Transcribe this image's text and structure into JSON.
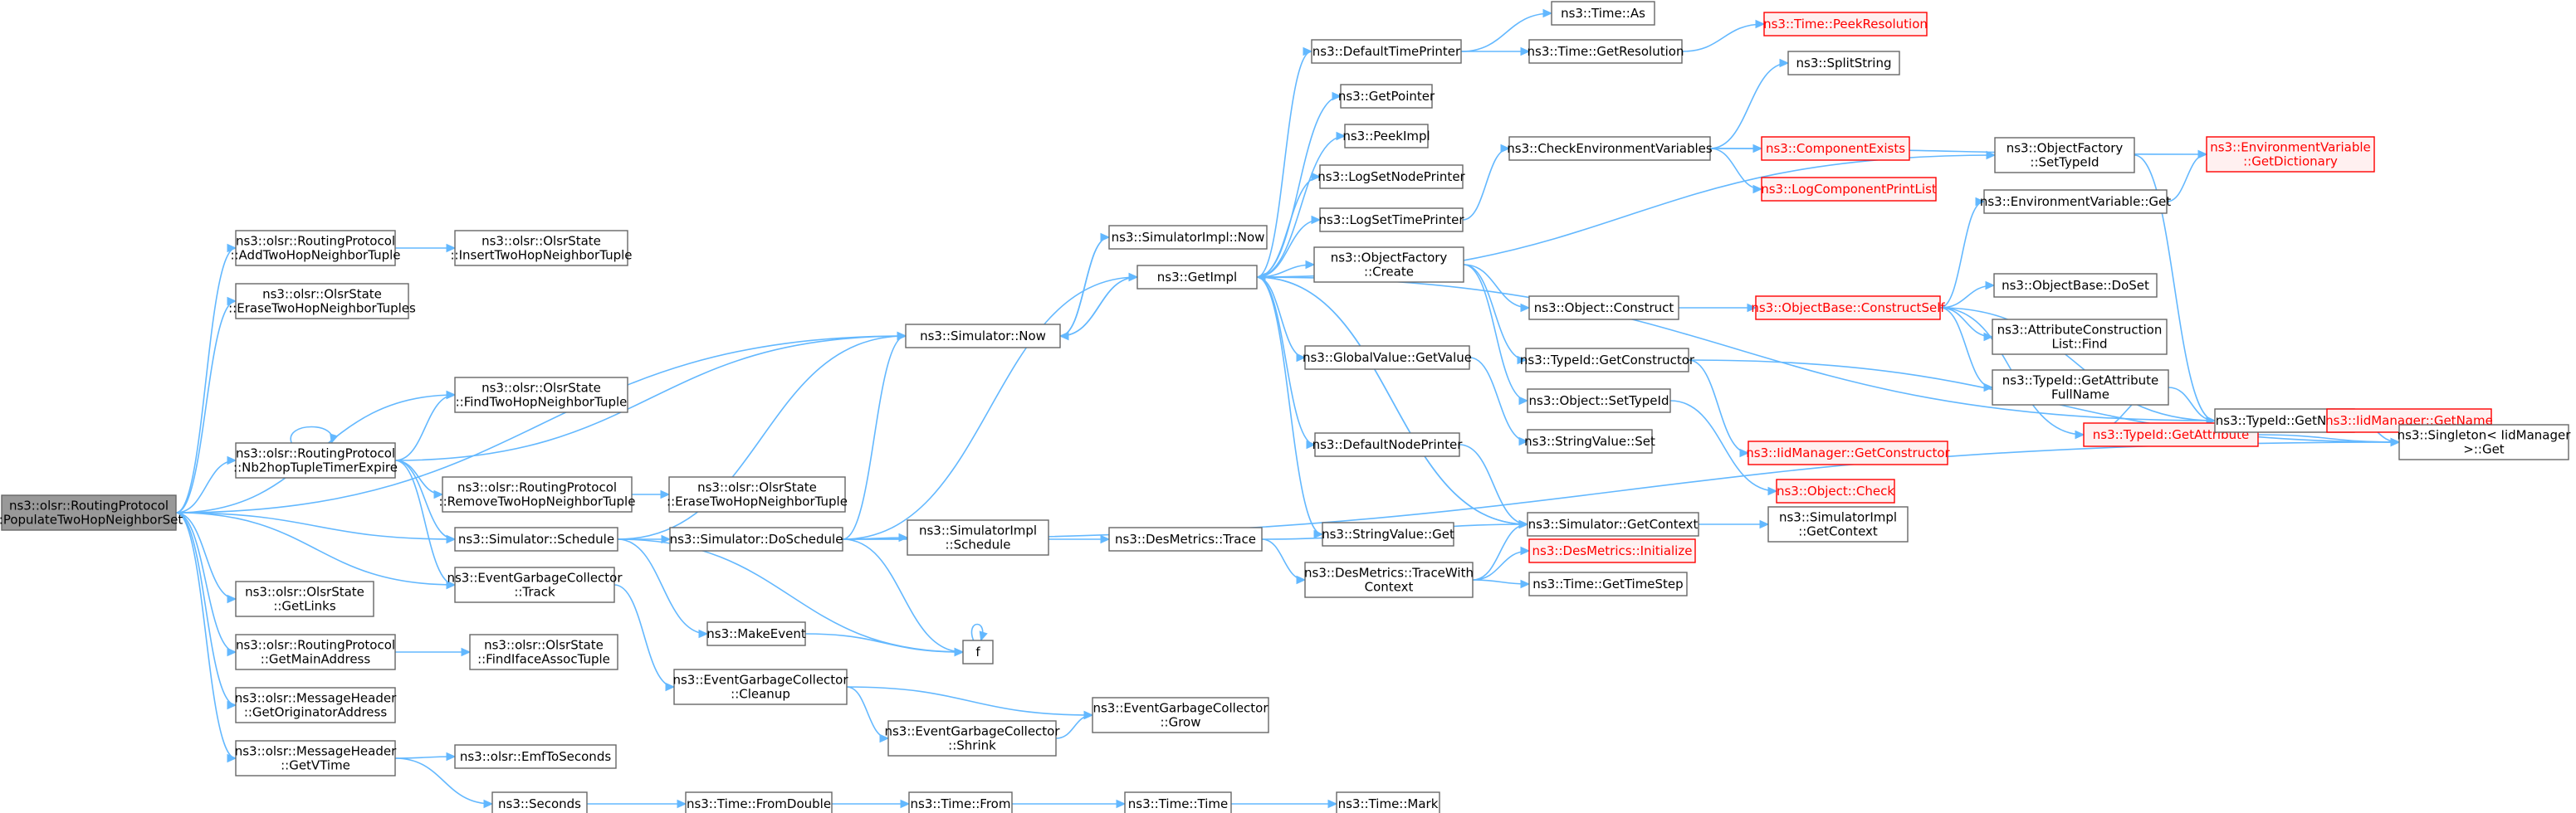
{
  "graph": {
    "nodes": [
      {
        "id": "root",
        "lines": [
          "ns3::olsr::RoutingProtocol",
          "::PopulateTwoHopNeighborSet"
        ],
        "style": "root"
      },
      {
        "id": "addTwoHop",
        "lines": [
          "ns3::olsr::RoutingProtocol",
          "::AddTwoHopNeighborTuple"
        ]
      },
      {
        "id": "eraseTwoHops",
        "lines": [
          "ns3::olsr::OlsrState",
          "::EraseTwoHopNeighborTuples"
        ]
      },
      {
        "id": "nb2hop",
        "lines": [
          "ns3::olsr::RoutingProtocol",
          "::Nb2hopTupleTimerExpire"
        ]
      },
      {
        "id": "getLinks",
        "lines": [
          "ns3::olsr::OlsrState",
          "::GetLinks"
        ]
      },
      {
        "id": "getMainAddr",
        "lines": [
          "ns3::olsr::RoutingProtocol",
          "::GetMainAddress"
        ]
      },
      {
        "id": "getOrig",
        "lines": [
          "ns3::olsr::MessageHeader",
          "::GetOriginatorAddress"
        ]
      },
      {
        "id": "getVTime",
        "lines": [
          "ns3::olsr::MessageHeader",
          "::GetVTime"
        ]
      },
      {
        "id": "insertTwoHop",
        "lines": [
          "ns3::olsr::OlsrState",
          "::InsertTwoHopNeighborTuple"
        ]
      },
      {
        "id": "findTwoHop",
        "lines": [
          "ns3::olsr::OlsrState",
          "::FindTwoHopNeighborTuple"
        ]
      },
      {
        "id": "removeTwoHop",
        "lines": [
          "ns3::olsr::RoutingProtocol",
          "::RemoveTwoHopNeighborTuple"
        ]
      },
      {
        "id": "eraseTwoHop",
        "lines": [
          "ns3::olsr::OlsrState",
          "::EraseTwoHopNeighborTuple"
        ]
      },
      {
        "id": "schedule",
        "lines": [
          "ns3::Simulator::Schedule"
        ]
      },
      {
        "id": "egcTrack",
        "lines": [
          "ns3::EventGarbageCollector",
          "::Track"
        ]
      },
      {
        "id": "findIface",
        "lines": [
          "ns3::olsr::OlsrState",
          "::FindIfaceAssocTuple"
        ]
      },
      {
        "id": "emf",
        "lines": [
          "ns3::olsr::EmfToSeconds"
        ]
      },
      {
        "id": "seconds",
        "lines": [
          "ns3::Seconds"
        ]
      },
      {
        "id": "simNow",
        "lines": [
          "ns3::Simulator::Now"
        ]
      },
      {
        "id": "simImplNow",
        "lines": [
          "ns3::SimulatorImpl::Now"
        ]
      },
      {
        "id": "doSchedule",
        "lines": [
          "ns3::Simulator::DoSchedule"
        ]
      },
      {
        "id": "makeEvent",
        "lines": [
          "ns3::MakeEvent"
        ]
      },
      {
        "id": "egcCleanup",
        "lines": [
          "ns3::EventGarbageCollector",
          "::Cleanup"
        ]
      },
      {
        "id": "egcShrink",
        "lines": [
          "ns3::EventGarbageCollector",
          "::Shrink"
        ]
      },
      {
        "id": "egcGrow",
        "lines": [
          "ns3::EventGarbageCollector",
          "::Grow"
        ]
      },
      {
        "id": "fromDouble",
        "lines": [
          "ns3::Time::FromDouble"
        ]
      },
      {
        "id": "timeFrom",
        "lines": [
          "ns3::Time::From"
        ]
      },
      {
        "id": "timeTime",
        "lines": [
          "ns3::Time::Time"
        ]
      },
      {
        "id": "timeMark",
        "lines": [
          "ns3::Time::Mark"
        ]
      },
      {
        "id": "f",
        "lines": [
          "f"
        ]
      },
      {
        "id": "simImplSchedule",
        "lines": [
          "ns3::SimulatorImpl",
          "::Schedule"
        ]
      },
      {
        "id": "getImpl",
        "lines": [
          "ns3::GetImpl"
        ]
      },
      {
        "id": "desTrace",
        "lines": [
          "ns3::DesMetrics::Trace"
        ]
      },
      {
        "id": "desTraceWith",
        "lines": [
          "ns3::DesMetrics::TraceWith",
          "Context"
        ]
      },
      {
        "id": "defTimePrinter",
        "lines": [
          "ns3::DefaultTimePrinter"
        ]
      },
      {
        "id": "getPointer",
        "lines": [
          "ns3::GetPointer"
        ]
      },
      {
        "id": "peekImpl",
        "lines": [
          "ns3::PeekImpl"
        ]
      },
      {
        "id": "logSetNode",
        "lines": [
          "ns3::LogSetNodePrinter"
        ]
      },
      {
        "id": "logSetTime",
        "lines": [
          "ns3::LogSetTimePrinter"
        ]
      },
      {
        "id": "objFactCreate",
        "lines": [
          "ns3::ObjectFactory",
          "::Create"
        ]
      },
      {
        "id": "gvGetValue",
        "lines": [
          "ns3::GlobalValue::GetValue"
        ]
      },
      {
        "id": "defNodePrinter",
        "lines": [
          "ns3::DefaultNodePrinter"
        ]
      },
      {
        "id": "strValGet",
        "lines": [
          "ns3::StringValue::Get"
        ]
      },
      {
        "id": "timeAs",
        "lines": [
          "ns3::Time::As"
        ]
      },
      {
        "id": "timeGetRes",
        "lines": [
          "ns3::Time::GetResolution"
        ]
      },
      {
        "id": "timePeekRes",
        "lines": [
          "ns3::Time::PeekResolution"
        ],
        "style": "red"
      },
      {
        "id": "splitString",
        "lines": [
          "ns3::SplitString"
        ]
      },
      {
        "id": "checkEnv",
        "lines": [
          "ns3::CheckEnvironmentVariables"
        ]
      },
      {
        "id": "compExists",
        "lines": [
          "ns3::ComponentExists"
        ],
        "style": "red"
      },
      {
        "id": "logCompPrint",
        "lines": [
          "ns3::LogComponentPrintList"
        ],
        "style": "red"
      },
      {
        "id": "objConstruct",
        "lines": [
          "ns3::Object::Construct"
        ]
      },
      {
        "id": "typeIdGetCtor",
        "lines": [
          "ns3::TypeId::GetConstructor"
        ]
      },
      {
        "id": "objSetTypeId",
        "lines": [
          "ns3::Object::SetTypeId"
        ]
      },
      {
        "id": "strValSet",
        "lines": [
          "ns3::StringValue::Set"
        ]
      },
      {
        "id": "simGetContext",
        "lines": [
          "ns3::Simulator::GetContext"
        ]
      },
      {
        "id": "desInit",
        "lines": [
          "ns3::DesMetrics::Initialize"
        ],
        "style": "red"
      },
      {
        "id": "timeGetStep",
        "lines": [
          "ns3::Time::GetTimeStep"
        ]
      },
      {
        "id": "simImplGetCtx",
        "lines": [
          "ns3::SimulatorImpl",
          "::GetContext"
        ]
      },
      {
        "id": "objBaseCS",
        "lines": [
          "ns3::ObjectBase::ConstructSelf"
        ],
        "style": "red"
      },
      {
        "id": "iidGetCtor",
        "lines": [
          "ns3::IidManager::GetConstructor"
        ],
        "style": "red"
      },
      {
        "id": "objCheck",
        "lines": [
          "ns3::Object::Check"
        ],
        "style": "red"
      },
      {
        "id": "objFactSetTid",
        "lines": [
          "ns3::ObjectFactory",
          "::SetTypeId"
        ]
      },
      {
        "id": "envGet",
        "lines": [
          "ns3::EnvironmentVariable::Get"
        ]
      },
      {
        "id": "objBaseDoSet",
        "lines": [
          "ns3::ObjectBase::DoSet"
        ]
      },
      {
        "id": "attrListFind",
        "lines": [
          "ns3::AttributeConstruction",
          "List::Find"
        ]
      },
      {
        "id": "tidGetAttrFull",
        "lines": [
          "ns3::TypeId::GetAttribute",
          "FullName"
        ]
      },
      {
        "id": "tidGetAttr",
        "lines": [
          "ns3::TypeId::GetAttribute"
        ],
        "style": "red"
      },
      {
        "id": "envGetDict",
        "lines": [
          "ns3::EnvironmentVariable",
          "::GetDictionary"
        ],
        "style": "red"
      },
      {
        "id": "tidGetName",
        "lines": [
          "ns3::TypeId::GetName"
        ]
      },
      {
        "id": "iidGetName",
        "lines": [
          "ns3::IidManager::GetName"
        ],
        "style": "red"
      },
      {
        "id": "singletonGet",
        "lines": [
          "ns3::Singleton< IidManager",
          " >::Get"
        ]
      }
    ]
  }
}
